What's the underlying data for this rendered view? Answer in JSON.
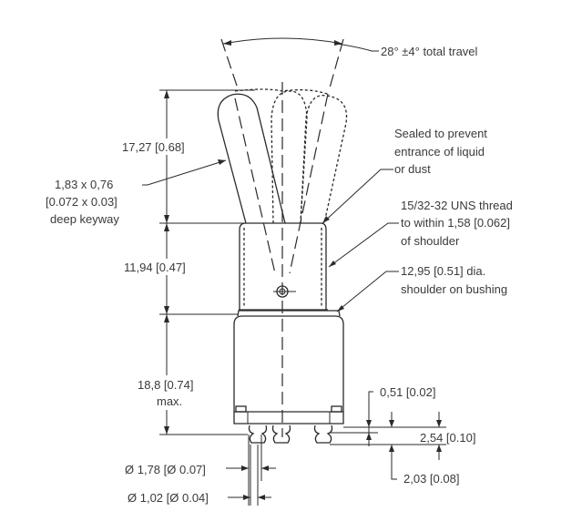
{
  "drawing": {
    "travel_label": "28° ±4° total travel",
    "dim_lever_height": "17,27 [0.68]",
    "dim_bushing_height": "11,94 [0.47]",
    "dim_body_height": "18,8 [0.74]",
    "dim_body_height_note": "max.",
    "keyway_line1": "1,83 x 0,76",
    "keyway_line2": "[0.072 x 0.03]",
    "keyway_line3": "deep keyway",
    "sealed_line1": "Sealed to prevent",
    "sealed_line2": "entrance of liquid",
    "sealed_line3": "or dust",
    "thread_line1": "15/32-32 UNS thread",
    "thread_line2": "to within 1,58 [0.062]",
    "thread_line3": "of shoulder",
    "shoulder_line1": "12,95 [0.51] dia.",
    "shoulder_line2": "shoulder on bushing",
    "dim_051": "0,51 [0.02]",
    "dim_254": "2,54 [0.10]",
    "dim_203": "2,03 [0.08]",
    "dim_pin_outer": "Ø 1,78 [Ø 0.07]",
    "dim_pin_inner": "Ø 1,02 [Ø 0.04]"
  }
}
